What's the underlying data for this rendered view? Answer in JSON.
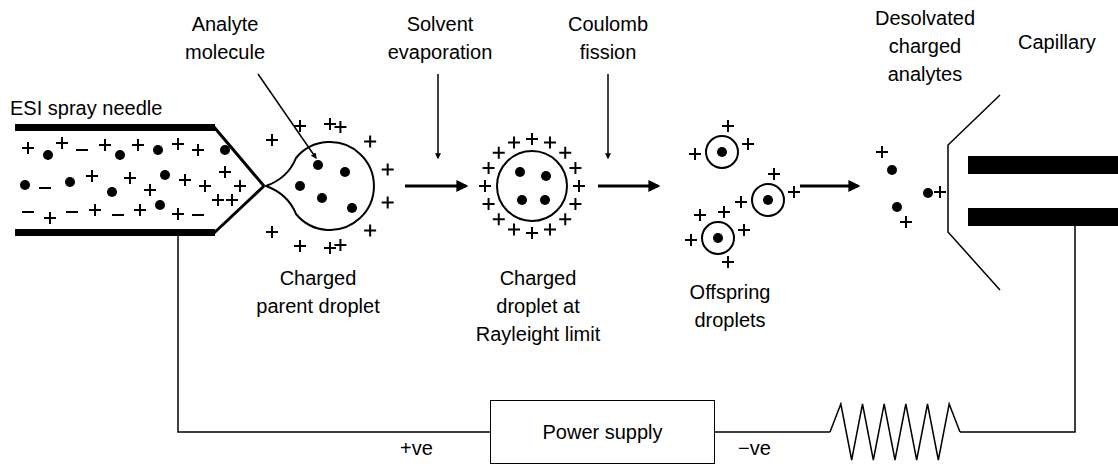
{
  "diagram": {
    "nodes": [
      {
        "text": [
          "Power supply"
        ]
      }
    ],
    "labels": [
      "ESI spray needle",
      "Analyte molecule",
      "Solvent evaporation",
      "Coulomb fission",
      "Desolvated charged analytes",
      "Capillary",
      "Charged parent droplet",
      "Charged droplet at Rayleight limit",
      "Offspring droplets",
      "+ve",
      "−ve"
    ]
  }
}
